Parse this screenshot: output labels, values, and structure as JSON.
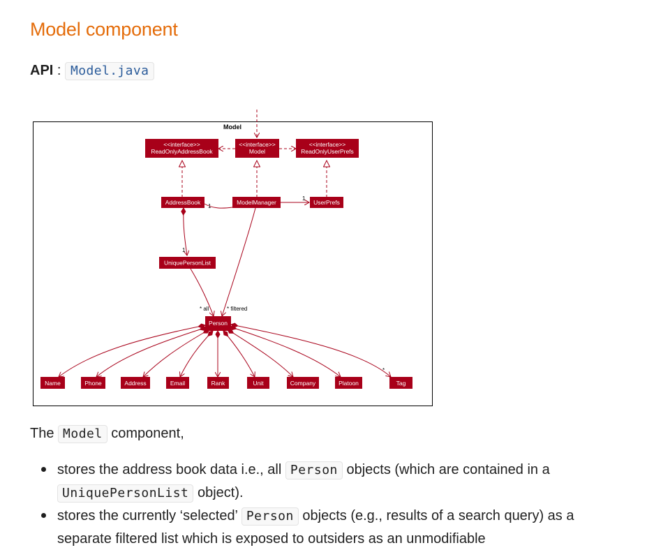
{
  "heading": "Model component",
  "api": {
    "label": "API",
    "separator": " : ",
    "link_text": "Model.java"
  },
  "diagram": {
    "title": "Model",
    "boxes": {
      "readonly_addressbook": [
        "<<interface>>",
        "ReadOnlyAddressBook"
      ],
      "model_interface": [
        "<<interface>>",
        "Model"
      ],
      "readonly_userprefs": [
        "<<interface>>",
        "ReadOnlyUserPrefs"
      ],
      "address_book": "AddressBook",
      "model_manager": "ModelManager",
      "user_prefs": "UserPrefs",
      "unique_person_list": "UniquePersonList",
      "person": "Person",
      "attributes": [
        "Name",
        "Phone",
        "Address",
        "Email",
        "Rank",
        "Unit",
        "Company",
        "Platoon",
        "Tag"
      ]
    },
    "multiplicities": {
      "addressbook_modelmanager": "1",
      "modelmanager_userprefs": "1",
      "addressbook_uniquepersonlist": "1",
      "all": "* all",
      "filtered": "* filtered",
      "tag": "*"
    },
    "colors": {
      "box_fill": "#a80019",
      "line": "#a80019",
      "frame": "#000000"
    }
  },
  "paragraph": {
    "prefix": "The ",
    "code": "Model",
    "suffix": " component,"
  },
  "bullets": [
    {
      "text1": "stores the address book data i.e., all ",
      "code1": "Person",
      "text2": " objects (which are contained in a ",
      "code2": "UniquePersonList",
      "text3": " object)."
    },
    {
      "text1": "stores the currently ‘selected’ ",
      "code1": "Person",
      "text2": " objects (e.g., results of a search query) as a",
      "text3": "separate filtered list which is exposed to outsiders as an unmodifiable"
    }
  ]
}
